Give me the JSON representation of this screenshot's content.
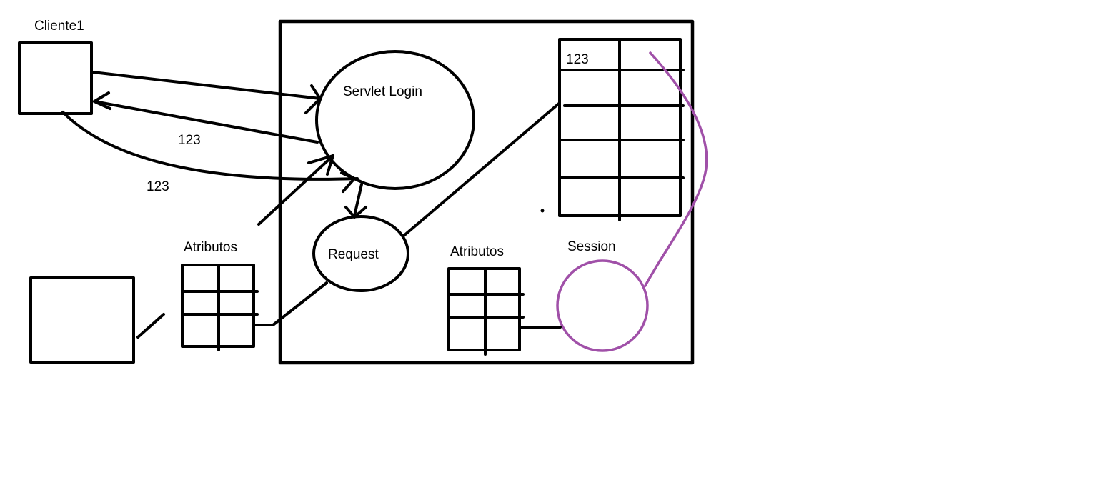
{
  "colors": {
    "ink": "#000000",
    "session_loop": "#a050a8",
    "background": "#ffffff"
  },
  "labels": {
    "client1": "Cliente1",
    "servlet_login": "Servlet  Login",
    "request": "Request",
    "session": "Session",
    "attributes_left": "Atributos",
    "attributes_right": "Atributos",
    "value_upper": "123",
    "value_lower": "123",
    "table_cell": "123"
  }
}
